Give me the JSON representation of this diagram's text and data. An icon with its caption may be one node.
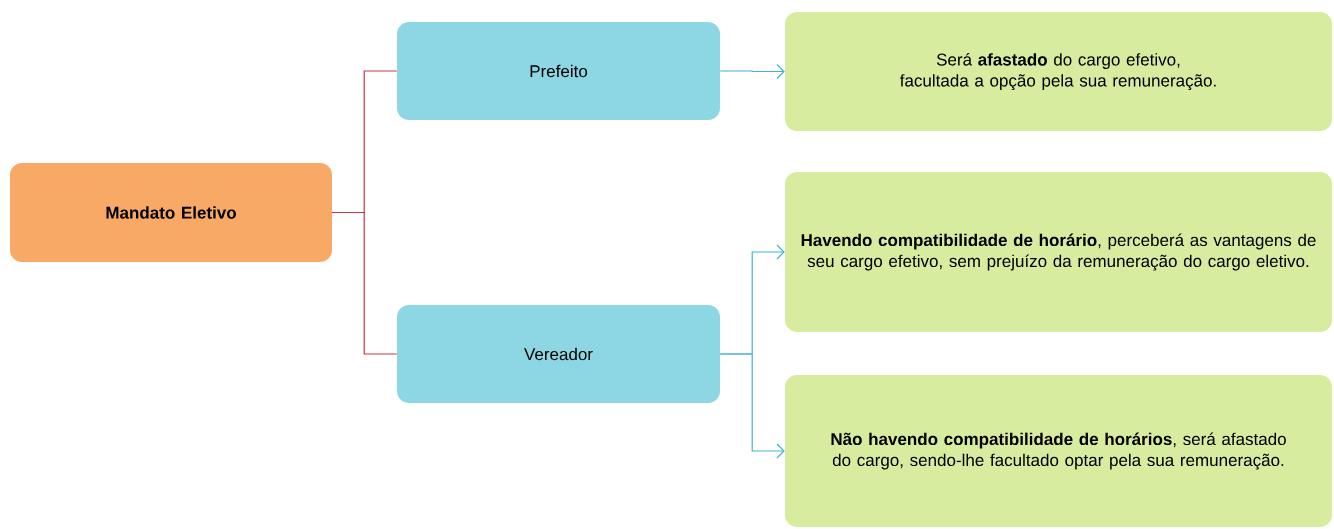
{
  "diagram": {
    "nodes": [
      {
        "text": [
          "Mandato Eletivo"
        ]
      },
      {
        "text": [
          "Prefeito"
        ]
      },
      {
        "text": [
          "Vereador"
        ]
      },
      {
        "text": [
          "Será **afastado** do cargo efetivo, facultada a opção pela sua remuneração."
        ]
      },
      {
        "text": [
          "**Havendo compatibilidade de horário**, perceberá as vantagens de seu cargo efetivo, sem prejuízo da remuneração do cargo eletivo."
        ]
      },
      {
        "text": [
          "**Não havendo compatibilidade de horários**, será afastado do cargo, sendo-lhe facultado optar pela sua remuneração."
        ]
      }
    ],
    "edges": [
      {
        "from": 0,
        "to": 1,
        "arrow": "none",
        "color": "#d0343f"
      },
      {
        "from": 0,
        "to": 2,
        "arrow": "none",
        "color": "#d0343f"
      },
      {
        "from": 1,
        "to": 3,
        "arrow": "to",
        "color": "#44b4d6"
      },
      {
        "from": 2,
        "to": 4,
        "arrow": "to",
        "color": "#44b4d6"
      },
      {
        "from": 2,
        "to": 5,
        "arrow": "to",
        "color": "#44b4d6"
      }
    ]
  }
}
